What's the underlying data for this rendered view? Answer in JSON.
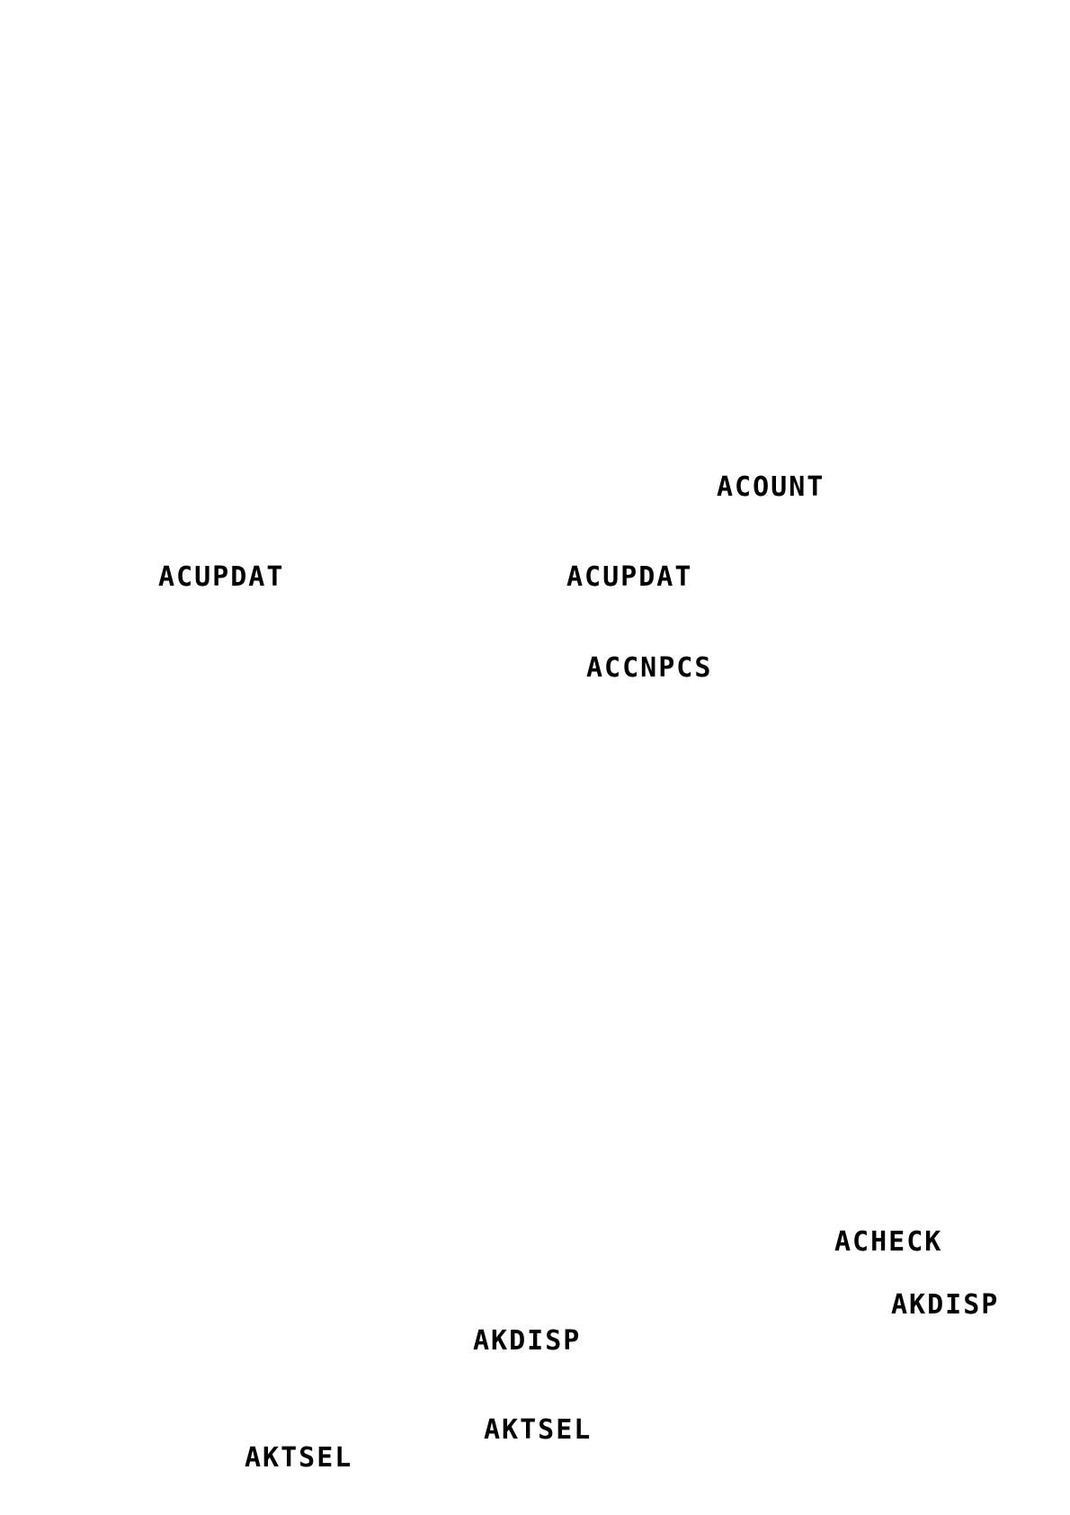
{
  "labels": {
    "acount": "ACOUNT",
    "acupdat_1": "ACUPDAT",
    "acupdat_2": "ACUPDAT",
    "accnpcs": "ACCNPCS",
    "acheck": "ACHECK",
    "akdisp_1": "AKDISP",
    "akdisp_2": "AKDISP",
    "aktsel_1": "AKTSEL",
    "aktsel_2": "AKTSEL"
  },
  "colors": {
    "background": "#ffffff",
    "text": "#000000"
  }
}
